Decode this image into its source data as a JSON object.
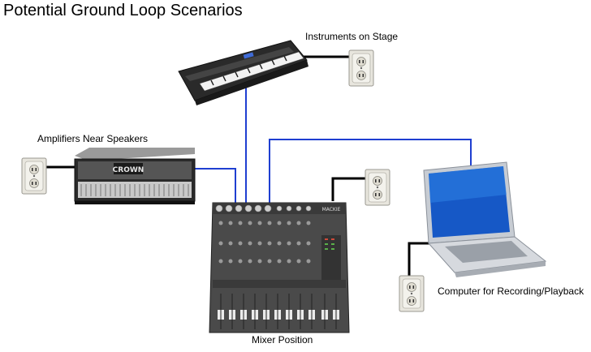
{
  "title": "Potential Ground Loop Scenarios",
  "labels": {
    "instruments": "Instruments on Stage",
    "amplifiers": "Amplifiers Near Speakers",
    "computer": "Computer for Recording/Playback",
    "mixer": "Mixer Position"
  },
  "brands": {
    "amp": "CROWN",
    "mixer": "MACKIE"
  },
  "colors": {
    "signal_cable": "#1f3fd1",
    "power_cable": "#000000",
    "outlet": "#e6e4dc"
  },
  "icons": [
    "keyboard-icon",
    "power-amplifier-icon",
    "mixer-icon",
    "laptop-icon",
    "wall-outlet-icon"
  ]
}
